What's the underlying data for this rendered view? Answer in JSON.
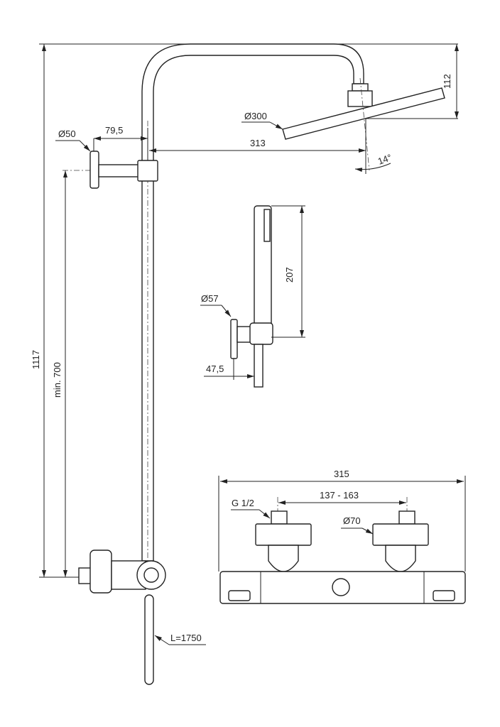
{
  "drawing": {
    "total_height": "1117",
    "min_height": "min. 700",
    "arm_height": "112",
    "arm_reach": "313",
    "head_diameter": "Ø300",
    "head_tilt": "14°",
    "bracket_diameter": "Ø50",
    "bracket_offset": "79,5",
    "hand_shower_length": "207",
    "holder_diameter": "Ø57",
    "holder_offset": "47,5",
    "hose_length": "L=1750",
    "mixer_width": "315",
    "mixer_centers": "137 - 163",
    "inlet_thread": "G 1/2",
    "inlet_cover_diameter": "Ø70"
  }
}
